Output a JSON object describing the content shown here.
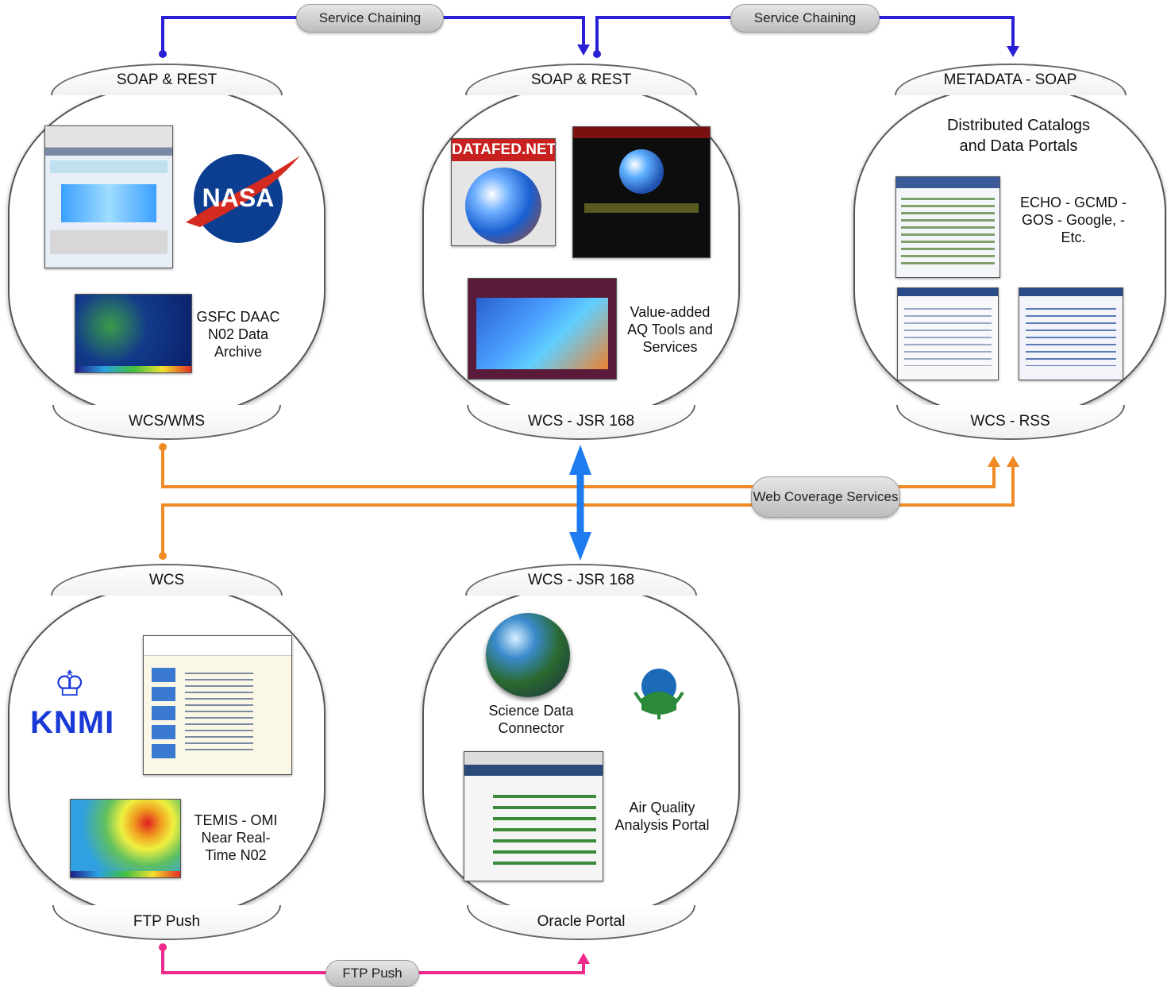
{
  "connectors": {
    "service_chaining_left": "Service Chaining",
    "service_chaining_right": "Service Chaining",
    "web_coverage_services": "Web Coverage Services",
    "ftp_push": "FTP Push"
  },
  "nodes": {
    "nasa": {
      "top": "SOAP & REST",
      "bottom": "WCS/WMS",
      "logo_text": "NASA",
      "caption": "GSFC DAAC N02 Data Archive"
    },
    "datafed": {
      "top": "SOAP & REST",
      "bottom": "WCS - JSR 168",
      "logo_text": "DATAFED.NET",
      "caption": "Value-added AQ Tools and Services"
    },
    "catalogs": {
      "top": "METADATA - SOAP",
      "bottom": "WCS - RSS",
      "title": "Distributed Catalogs and Data Portals",
      "caption": "ECHO - GCMD - GOS - Google, - Etc."
    },
    "knmi": {
      "top": "WCS",
      "bottom": "FTP Push",
      "logo_text": "KNMI",
      "caption": "TEMIS - OMI Near Real-Time N02"
    },
    "oracle": {
      "top": "WCS - JSR 168",
      "bottom": "Oracle Portal",
      "connector_label": "Science Data Connector",
      "caption": "Air Quality Analysis Portal"
    }
  },
  "colors": {
    "service_chaining": "#2a1fd6",
    "web_coverage": "#f08a24",
    "jsr168": "#1e7cf0",
    "ftp": "#ef2a8a"
  }
}
